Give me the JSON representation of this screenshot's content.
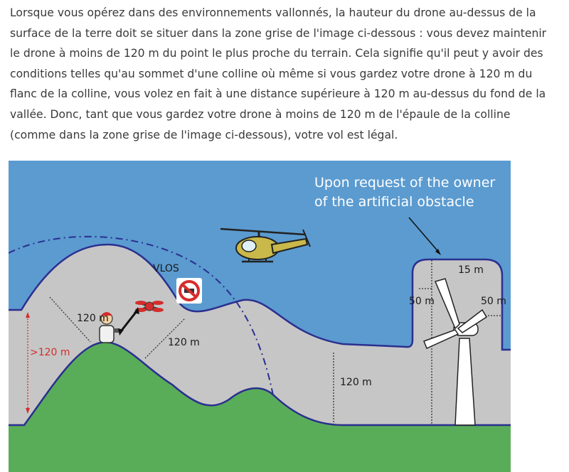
{
  "article": {
    "paragraph": "Lorsque vous opérez dans des environnements vallonnés, la hauteur du drone au-dessus de la surface de la terre doit se situer dans la zone grise de l'image ci-dessous : vous devez maintenir le drone à moins de 120 m du point le plus proche du terrain. Cela signifie qu'il peut y avoir des conditions telles qu'au sommet d'une colline où même si vous gardez votre drone à 120 m du flanc de la colline, vous volez en fait à une distance supérieure à 120 m au-dessus du fond de la vallée. Donc, tant que vous gardez votre drone à moins de 120 m de l'épaule de la colline (comme dans la zone grise de l'image ci-dessous), votre vol est légal."
  },
  "figure": {
    "caption_line1": "Upon request of the owner",
    "caption_line2": "of the artificial obstacle",
    "vlos": "VLOS",
    "label_120_left": "120 m",
    "label_120_slope": "120 m",
    "label_120_valley": "120 m",
    "label_over_120": ">120 m",
    "label_15": "15 m",
    "label_50_left": "50 m",
    "label_50_right": "50 m",
    "colors": {
      "sky": "#5b9bd0",
      "zone": "#c6c6c6",
      "ground": "#59ad59",
      "outline": "#2b2f8f",
      "red": "#d62c2c"
    }
  }
}
